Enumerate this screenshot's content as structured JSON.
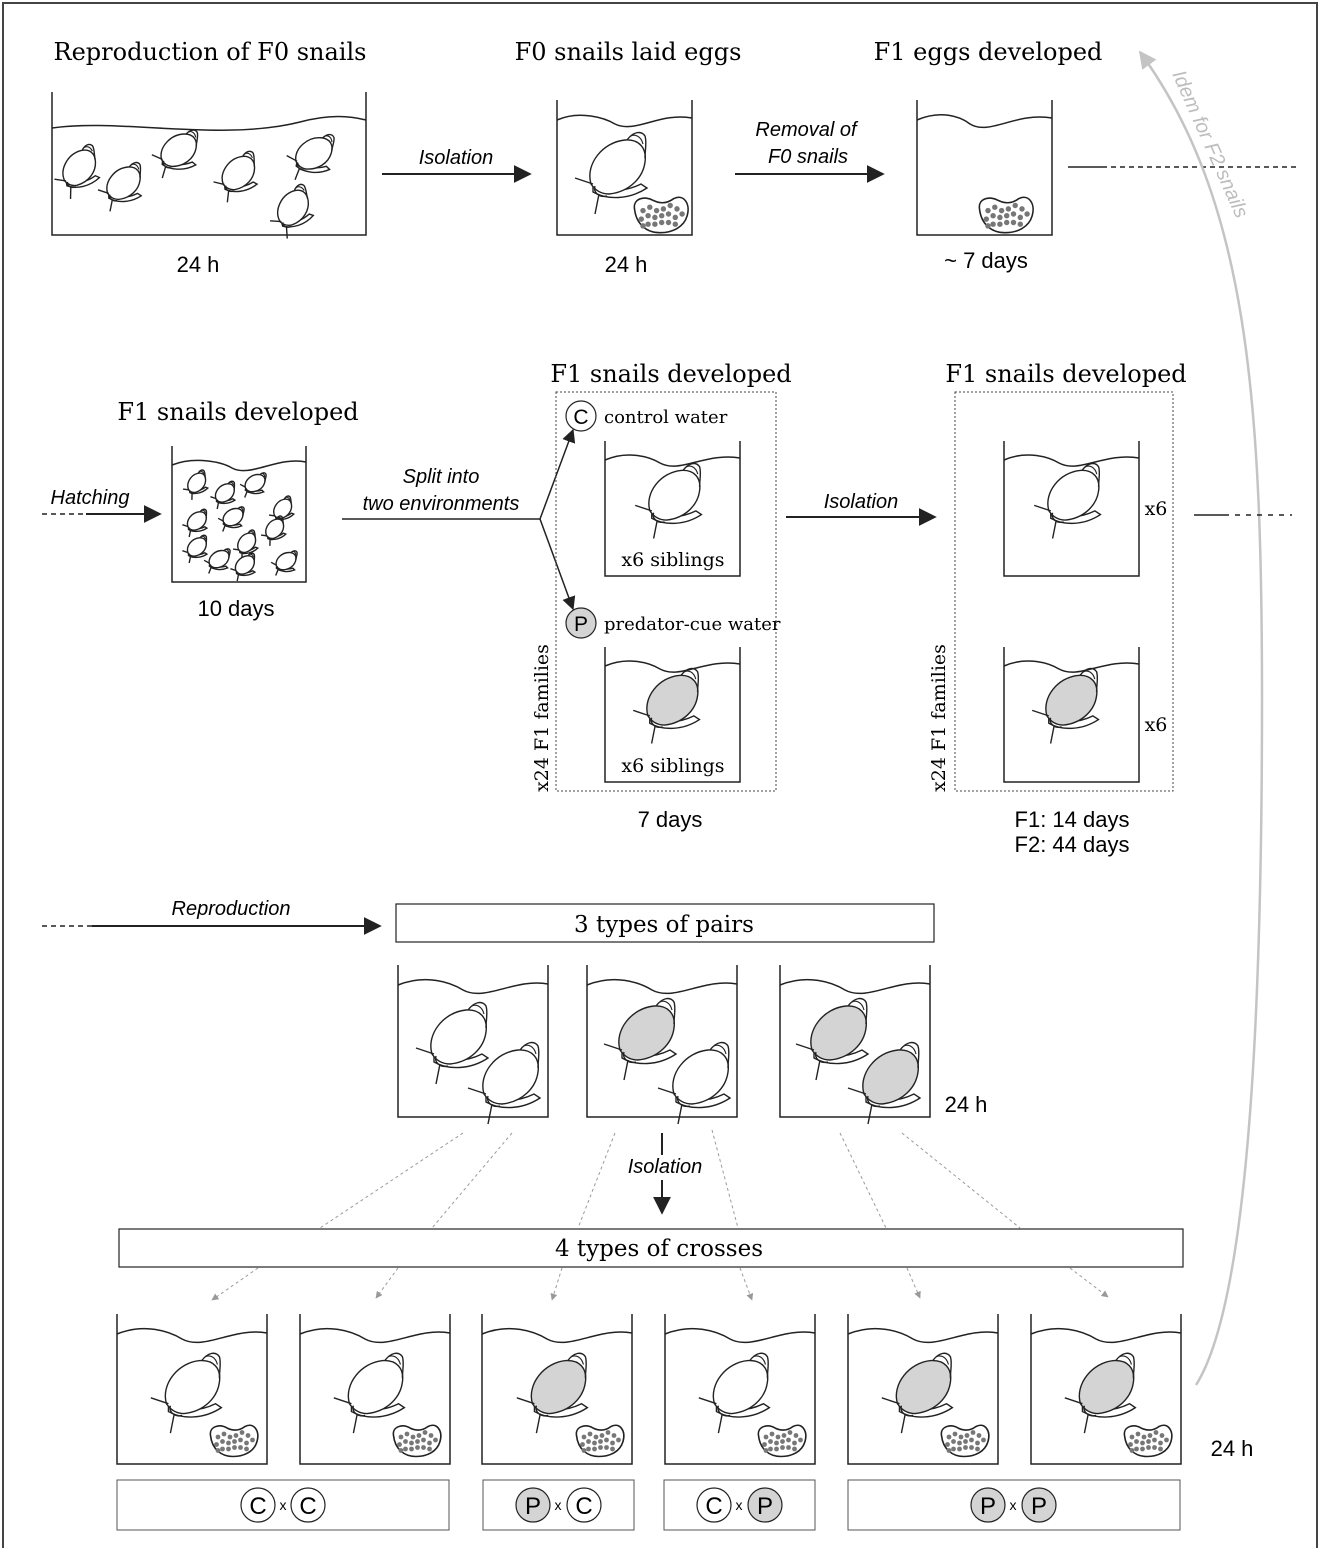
{
  "row1": {
    "titles": [
      "Reproduction of F0 snails",
      "F0 snails laid eggs",
      "F1 eggs developed"
    ],
    "durations": [
      "24 h",
      "24 h",
      "~ 7 days"
    ],
    "arrows": {
      "isolation": "Isolation",
      "removal_line1": "Removal of",
      "removal_line2": "F0 snails"
    }
  },
  "loop_label": "Idem for F2 snails",
  "row2": {
    "hatching": "Hatching",
    "f1_title_left": "F1 snails developed",
    "duration_left": "10 days",
    "split_line1": "Split into",
    "split_line2": "two environments",
    "f1_title_mid": "F1 snails developed",
    "control_letter": "C",
    "control_label": "control water",
    "predator_letter": "P",
    "predator_label": "predator-cue water",
    "siblings": "x6 siblings",
    "families": "x24 F1 families",
    "duration_mid": "7 days",
    "isolation": "Isolation",
    "f1_title_right": "F1 snails developed",
    "x6": "x6",
    "duration_right_1": "F1: 14 days",
    "duration_right_2": "F2: 44 days"
  },
  "row3": {
    "reproduction": "Reproduction",
    "pairs_title": "3 types of pairs",
    "pairs_duration": "24 h",
    "isolation": "Isolation"
  },
  "row4": {
    "crosses_title": "4 types of crosses",
    "crosses_duration": "24 h",
    "crosses": [
      {
        "left": "C",
        "op": "x",
        "right": "C"
      },
      {
        "left": "P",
        "op": "x",
        "right": "C"
      },
      {
        "left": "C",
        "op": "x",
        "right": "P"
      },
      {
        "left": "P",
        "op": "x",
        "right": "P"
      }
    ]
  },
  "colors": {
    "line": "#222222",
    "shell_filled": "#d4d4d4",
    "dotted_guide": "#9a9a9a",
    "loop_arrow": "#c4c4c4",
    "egg_dot": "#777777"
  }
}
